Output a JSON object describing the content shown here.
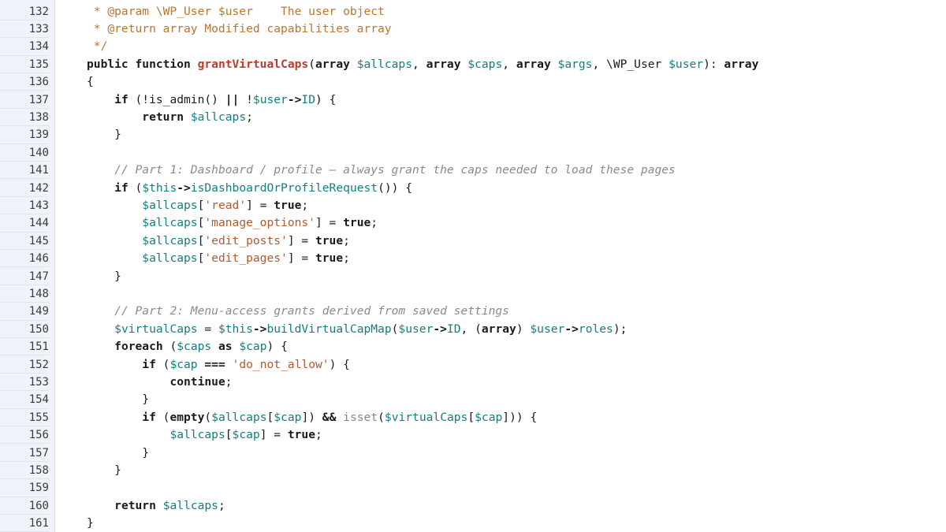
{
  "editor": {
    "lines": [
      {
        "num": "132",
        "tokens": [
          [
            "doc",
            " * @param \\WP_User $user    The user object"
          ]
        ]
      },
      {
        "num": "133",
        "tokens": [
          [
            "doc",
            " * @return array Modified capabilities array"
          ]
        ]
      },
      {
        "num": "134",
        "tokens": [
          [
            "doc",
            " */"
          ]
        ]
      },
      {
        "num": "135",
        "tokens": [
          [
            "kw",
            "public function "
          ],
          [
            "fn",
            "grantVirtualCaps"
          ],
          [
            "pl",
            "("
          ],
          [
            "kw",
            "array "
          ],
          [
            "var",
            "$allcaps"
          ],
          [
            "pl",
            ", "
          ],
          [
            "kw",
            "array "
          ],
          [
            "var",
            "$caps"
          ],
          [
            "pl",
            ", "
          ],
          [
            "kw",
            "array "
          ],
          [
            "var",
            "$args"
          ],
          [
            "pl",
            ", \\WP_User "
          ],
          [
            "var",
            "$user"
          ],
          [
            "pl",
            "): "
          ],
          [
            "kw",
            "array"
          ]
        ]
      },
      {
        "num": "136",
        "tokens": [
          [
            "pl",
            "{"
          ]
        ]
      },
      {
        "num": "137",
        "tokens": [
          [
            "pl",
            "    "
          ],
          [
            "kw",
            "if "
          ],
          [
            "pl",
            "(!is_admin() "
          ],
          [
            "kw",
            "||"
          ],
          [
            "pl",
            " !"
          ],
          [
            "var",
            "$user"
          ],
          [
            "kw",
            "->"
          ],
          [
            "var",
            "ID"
          ],
          [
            "pl",
            ") {"
          ]
        ]
      },
      {
        "num": "138",
        "tokens": [
          [
            "pl",
            "        "
          ],
          [
            "kw",
            "return "
          ],
          [
            "var",
            "$allcaps"
          ],
          [
            "pl",
            ";"
          ]
        ]
      },
      {
        "num": "139",
        "tokens": [
          [
            "pl",
            "    }"
          ]
        ]
      },
      {
        "num": "140",
        "tokens": []
      },
      {
        "num": "141",
        "tokens": [
          [
            "pl",
            "    "
          ],
          [
            "cm",
            "// Part 1: Dashboard / profile — always grant the caps needed to load these pages"
          ]
        ]
      },
      {
        "num": "142",
        "tokens": [
          [
            "pl",
            "    "
          ],
          [
            "kw",
            "if "
          ],
          [
            "pl",
            "("
          ],
          [
            "var",
            "$this"
          ],
          [
            "kw",
            "->"
          ],
          [
            "var",
            "isDashboardOrProfileRequest"
          ],
          [
            "pl",
            "()) {"
          ]
        ]
      },
      {
        "num": "143",
        "tokens": [
          [
            "pl",
            "        "
          ],
          [
            "var",
            "$allcaps"
          ],
          [
            "pl",
            "["
          ],
          [
            "str",
            "'read'"
          ],
          [
            "pl",
            "] = "
          ],
          [
            "kw",
            "true"
          ],
          [
            "pl",
            ";"
          ]
        ]
      },
      {
        "num": "144",
        "tokens": [
          [
            "pl",
            "        "
          ],
          [
            "var",
            "$allcaps"
          ],
          [
            "pl",
            "["
          ],
          [
            "str",
            "'manage_options'"
          ],
          [
            "pl",
            "] = "
          ],
          [
            "kw",
            "true"
          ],
          [
            "pl",
            ";"
          ]
        ]
      },
      {
        "num": "145",
        "tokens": [
          [
            "pl",
            "        "
          ],
          [
            "var",
            "$allcaps"
          ],
          [
            "pl",
            "["
          ],
          [
            "str",
            "'edit_posts'"
          ],
          [
            "pl",
            "] = "
          ],
          [
            "kw",
            "true"
          ],
          [
            "pl",
            ";"
          ]
        ]
      },
      {
        "num": "146",
        "tokens": [
          [
            "pl",
            "        "
          ],
          [
            "var",
            "$allcaps"
          ],
          [
            "pl",
            "["
          ],
          [
            "str",
            "'edit_pages'"
          ],
          [
            "pl",
            "] = "
          ],
          [
            "kw",
            "true"
          ],
          [
            "pl",
            ";"
          ]
        ]
      },
      {
        "num": "147",
        "tokens": [
          [
            "pl",
            "    }"
          ]
        ]
      },
      {
        "num": "148",
        "tokens": []
      },
      {
        "num": "149",
        "tokens": [
          [
            "pl",
            "    "
          ],
          [
            "cm",
            "// Part 2: Menu-access grants derived from saved settings"
          ]
        ]
      },
      {
        "num": "150",
        "tokens": [
          [
            "pl",
            "    "
          ],
          [
            "var",
            "$virtualCaps"
          ],
          [
            "pl",
            " = "
          ],
          [
            "var",
            "$this"
          ],
          [
            "kw",
            "->"
          ],
          [
            "var",
            "buildVirtualCapMap"
          ],
          [
            "pl",
            "("
          ],
          [
            "var",
            "$user"
          ],
          [
            "kw",
            "->"
          ],
          [
            "var",
            "ID"
          ],
          [
            "pl",
            ", ("
          ],
          [
            "kw",
            "array"
          ],
          [
            "pl",
            ") "
          ],
          [
            "var",
            "$user"
          ],
          [
            "kw",
            "->"
          ],
          [
            "var",
            "roles"
          ],
          [
            "pl",
            ");"
          ]
        ]
      },
      {
        "num": "151",
        "tokens": [
          [
            "pl",
            "    "
          ],
          [
            "kw",
            "foreach "
          ],
          [
            "pl",
            "("
          ],
          [
            "var",
            "$caps"
          ],
          [
            "kw",
            " as "
          ],
          [
            "var",
            "$cap"
          ],
          [
            "pl",
            ") {"
          ]
        ]
      },
      {
        "num": "152",
        "tokens": [
          [
            "pl",
            "        "
          ],
          [
            "kw",
            "if "
          ],
          [
            "pl",
            "("
          ],
          [
            "var",
            "$cap"
          ],
          [
            "pl",
            " "
          ],
          [
            "kw",
            "==="
          ],
          [
            "pl",
            " "
          ],
          [
            "str",
            "'do_not_allow'"
          ],
          [
            "pl",
            ") {"
          ]
        ]
      },
      {
        "num": "153",
        "tokens": [
          [
            "pl",
            "            "
          ],
          [
            "kw",
            "continue"
          ],
          [
            "pl",
            ";"
          ]
        ]
      },
      {
        "num": "154",
        "tokens": [
          [
            "pl",
            "        }"
          ]
        ]
      },
      {
        "num": "155",
        "tokens": [
          [
            "pl",
            "        "
          ],
          [
            "kw",
            "if "
          ],
          [
            "pl",
            "("
          ],
          [
            "kw",
            "empty"
          ],
          [
            "pl",
            "("
          ],
          [
            "var",
            "$allcaps"
          ],
          [
            "pl",
            "["
          ],
          [
            "var",
            "$cap"
          ],
          [
            "pl",
            "]) "
          ],
          [
            "kw",
            "&&"
          ],
          [
            "pl",
            " "
          ],
          [
            "bi",
            "isset"
          ],
          [
            "pl",
            "("
          ],
          [
            "var",
            "$virtualCaps"
          ],
          [
            "pl",
            "["
          ],
          [
            "var",
            "$cap"
          ],
          [
            "pl",
            "])) {"
          ]
        ]
      },
      {
        "num": "156",
        "tokens": [
          [
            "pl",
            "            "
          ],
          [
            "var",
            "$allcaps"
          ],
          [
            "pl",
            "["
          ],
          [
            "var",
            "$cap"
          ],
          [
            "pl",
            "] = "
          ],
          [
            "kw",
            "true"
          ],
          [
            "pl",
            ";"
          ]
        ]
      },
      {
        "num": "157",
        "tokens": [
          [
            "pl",
            "        }"
          ]
        ]
      },
      {
        "num": "158",
        "tokens": [
          [
            "pl",
            "    }"
          ]
        ]
      },
      {
        "num": "159",
        "tokens": []
      },
      {
        "num": "160",
        "tokens": [
          [
            "pl",
            "    "
          ],
          [
            "kw",
            "return "
          ],
          [
            "var",
            "$allcaps"
          ],
          [
            "pl",
            ";"
          ]
        ]
      },
      {
        "num": "161",
        "tokens": [
          [
            "pl",
            "}"
          ]
        ]
      }
    ]
  }
}
